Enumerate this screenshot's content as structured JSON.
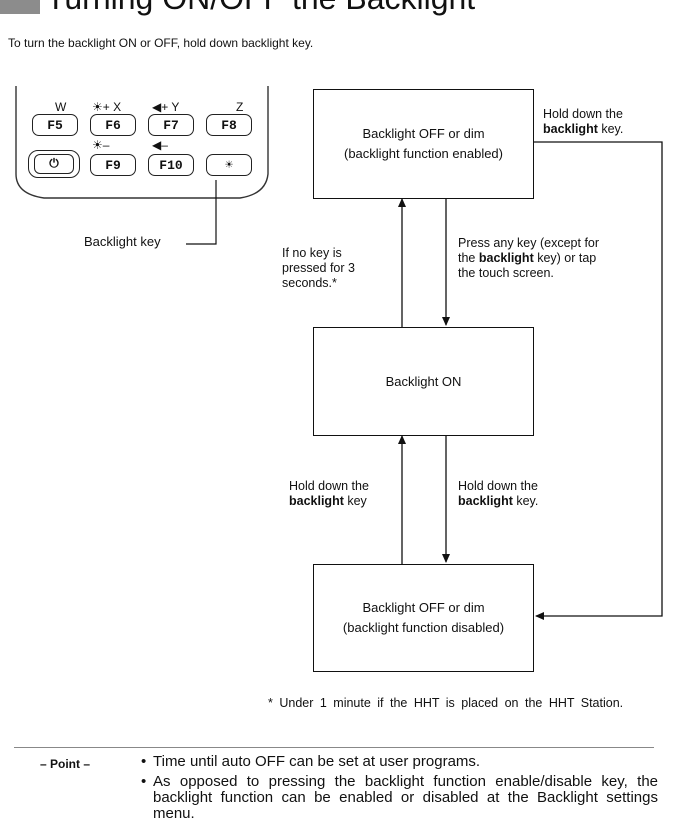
{
  "heading": {
    "title": "Turning ON/OFF the Backlight"
  },
  "intro": "To turn the backlight ON or OFF, hold down backlight key.",
  "keypad": {
    "top_labels": [
      "W",
      "☀+ X",
      "◀+ Y",
      "Z"
    ],
    "keys_row1": [
      "F5",
      "F6",
      "F7",
      "F8"
    ],
    "mid_labels": [
      "☀–",
      "◀–"
    ],
    "keys_row2": [
      "F9",
      "F10"
    ],
    "backlight_key_label": "Backlight key"
  },
  "states": {
    "off_enabled": {
      "line1": "Backlight OFF or dim",
      "line2": "(backlight function enabled)"
    },
    "on": "Backlight ON",
    "off_disabled": {
      "line1": "Backlight OFF or dim",
      "line2": "(backlight function disabled)"
    }
  },
  "transitions": {
    "right_top": {
      "line1": "Hold down the",
      "bold": "backlight",
      "rest": " key."
    },
    "press_any": {
      "line1": "Press any key (except for",
      "pre": "the ",
      "bold": "backlight",
      "rest": " key) or tap",
      "line3": "the touch screen."
    },
    "no_key": {
      "line1": "If no key is",
      "line2": "pressed for 3",
      "line3": "seconds.*"
    },
    "hold_left": {
      "line1": "Hold down the",
      "bold": "backlight",
      "rest": " key"
    },
    "hold_right": {
      "line1": "Hold down the",
      "bold": "backlight",
      "rest": " key."
    }
  },
  "footnote": "* Under 1 minute if the HHT is placed on the HHT Station.",
  "point": {
    "label": "– Point –",
    "items": [
      "Time until auto OFF can be set at user programs.",
      "As opposed to pressing the backlight function enable/disable key, the backlight function can be enabled or disabled at the Backlight settings menu."
    ]
  }
}
